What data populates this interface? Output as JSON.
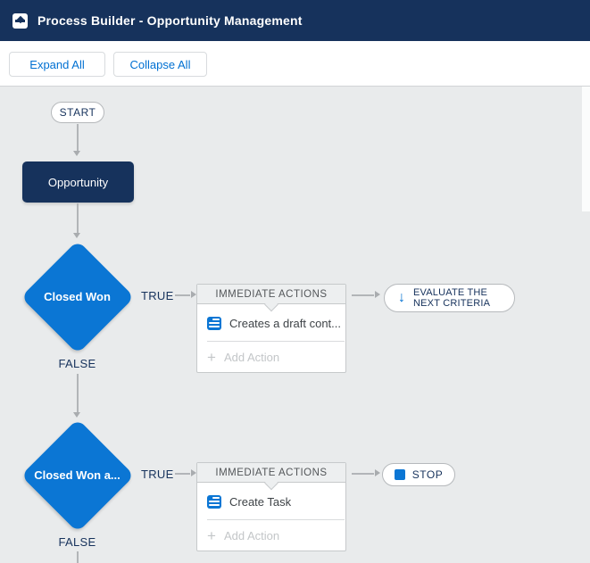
{
  "header": {
    "title": "Process Builder - Opportunity Management"
  },
  "toolbar": {
    "expand_all": "Expand All",
    "collapse_all": "Collapse All"
  },
  "flow": {
    "start_label": "START",
    "trigger_label": "Opportunity",
    "rows": [
      {
        "criteria_label": "Closed Won",
        "true_label": "TRUE",
        "false_label": "FALSE",
        "actions_title": "IMMEDIATE ACTIONS",
        "action_label": "Creates a draft cont...",
        "add_plus": "+",
        "add_action_label": "Add Action",
        "outcome_type": "evaluate",
        "outcome_icon_glyph": "↓",
        "outcome_line1": "EVALUATE THE",
        "outcome_line2": "NEXT CRITERIA"
      },
      {
        "criteria_label": "Closed Won a...",
        "true_label": "TRUE",
        "false_label": "FALSE",
        "actions_title": "IMMEDIATE ACTIONS",
        "action_label": "Create Task",
        "add_plus": "+",
        "add_action_label": "Add Action",
        "outcome_type": "stop",
        "outcome_label": "STOP"
      }
    ]
  },
  "colors": {
    "header_bg": "#16325c",
    "accent_blue": "#0070d2",
    "node_blue": "#0b76d4",
    "navy_text": "#16325c",
    "canvas_bg": "#e9ebec"
  }
}
